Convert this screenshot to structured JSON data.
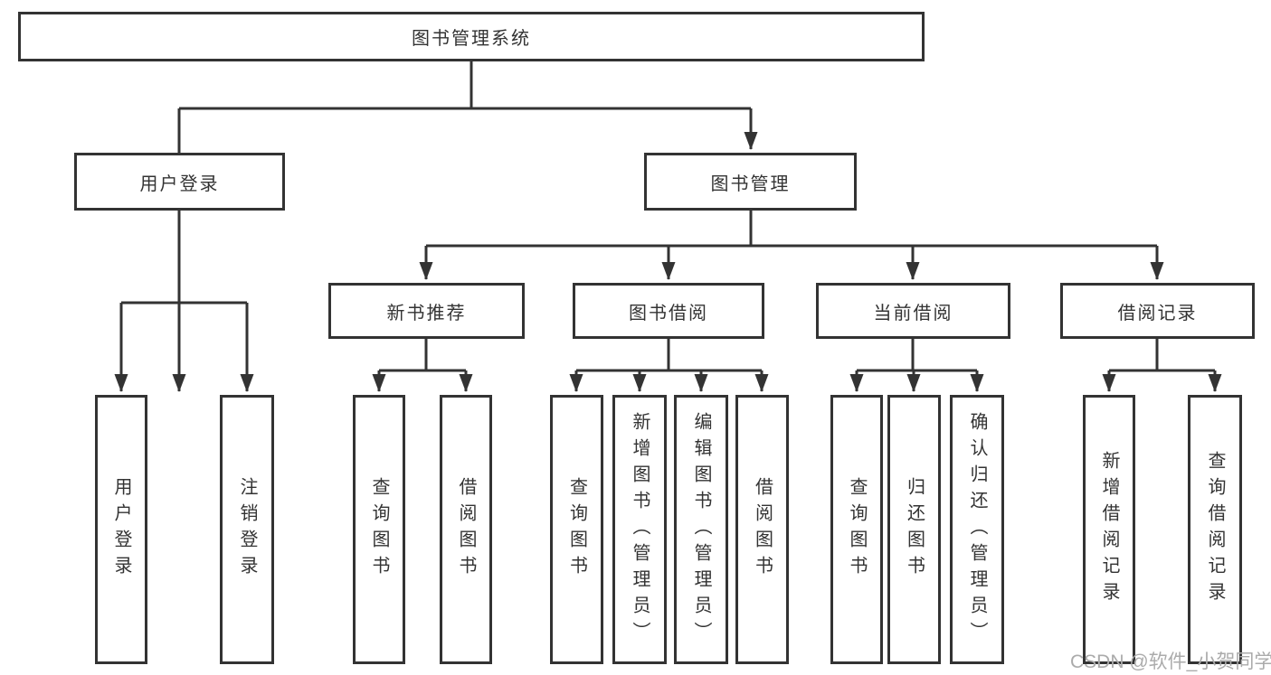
{
  "tree": {
    "root": "图书管理系统",
    "branches": [
      {
        "label": "用户登录",
        "children": [
          "用户登录",
          "注销登录"
        ]
      },
      {
        "label": "图书管理",
        "subbranches": [
          {
            "label": "新书推荐",
            "children": [
              "查询图书",
              "借阅图书"
            ]
          },
          {
            "label": "图书借阅",
            "children": [
              "查询图书",
              "新增图书（管理员）",
              "编辑图书（管理员）",
              "借阅图书"
            ]
          },
          {
            "label": "当前借阅",
            "children": [
              "查询图书",
              "归还图书",
              "确认归还（管理员）"
            ]
          },
          {
            "label": "借阅记录",
            "children": [
              "新增借阅记录",
              "查询借阅记录"
            ]
          }
        ]
      }
    ]
  },
  "watermark": "CSDN @软件_小贺同学",
  "colors": {
    "line": "#333333",
    "border": "#333333",
    "text": "#333333",
    "watermark_text": "#ababab",
    "background": "#ffffff"
  }
}
